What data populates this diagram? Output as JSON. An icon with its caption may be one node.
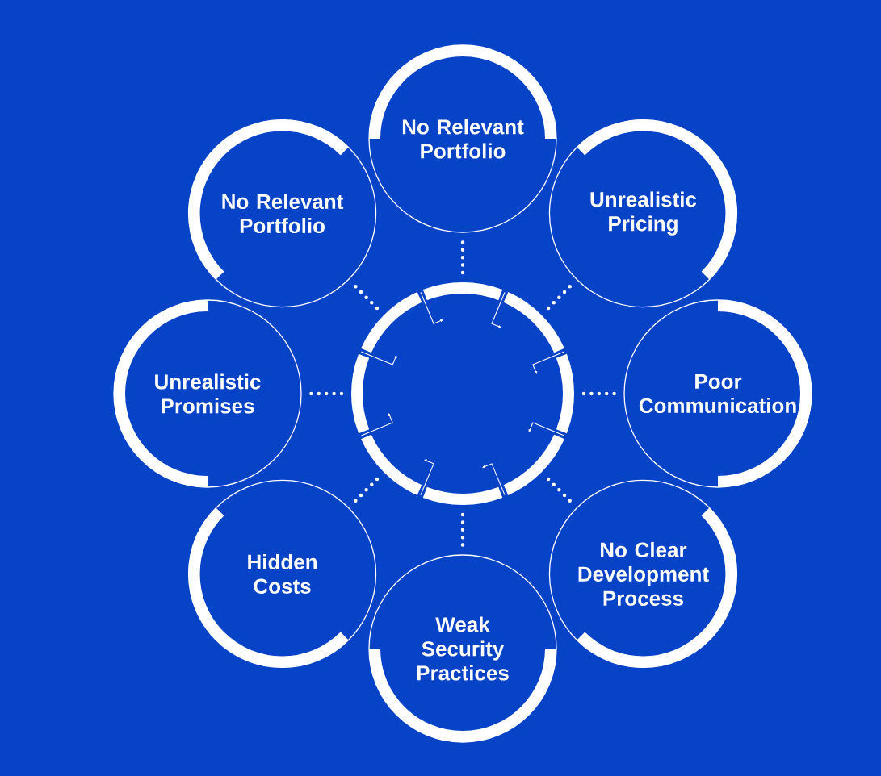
{
  "diagram": {
    "nodes": [
      {
        "text": [
          "No Relevant Portfolio"
        ]
      },
      {
        "text": [
          "No Relevant Portfolio"
        ]
      },
      {
        "text": [
          "Unrealistic Pricing"
        ]
      },
      {
        "text": [
          "Unrealistic Promises"
        ]
      },
      {
        "text": [],
        "shape": "circle"
      },
      {
        "text": [
          "Poor Communication"
        ]
      },
      {
        "text": [
          "Hidden Costs"
        ]
      },
      {
        "text": [
          "No Clear Development Process"
        ]
      },
      {
        "text": [
          "Weak Security Practices"
        ]
      }
    ],
    "edges": [
      {
        "from": 4,
        "to": 0,
        "arrow": "none"
      },
      {
        "from": 4,
        "to": 1,
        "arrow": "none"
      },
      {
        "from": 4,
        "to": 2,
        "arrow": "none"
      },
      {
        "from": 4,
        "to": 3,
        "arrow": "none"
      },
      {
        "from": 4,
        "to": 5,
        "arrow": "none"
      },
      {
        "from": 4,
        "to": 6,
        "arrow": "none"
      },
      {
        "from": 4,
        "to": 7,
        "arrow": "none"
      },
      {
        "from": 4,
        "to": 8,
        "arrow": "none"
      }
    ]
  }
}
